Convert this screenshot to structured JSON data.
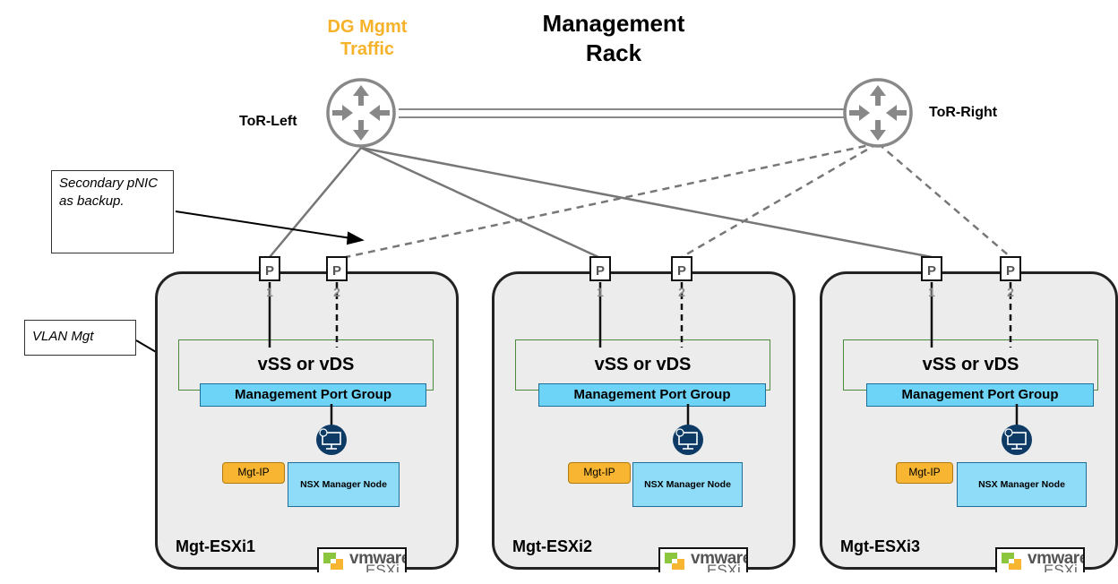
{
  "title": {
    "main": "Management\nRack",
    "traffic": "DG Mgmt\nTraffic"
  },
  "tor": {
    "left": "ToR-Left",
    "right": "ToR-Right"
  },
  "callouts": {
    "secondary": "Secondary pNIC as backup.",
    "vlan": "VLAN Mgt"
  },
  "port_label": "P",
  "port_numbers": [
    "1",
    "2"
  ],
  "hosts": [
    {
      "name": "Mgt-ESXi1",
      "switch": "vSS or vDS",
      "port_group": "Management Port Group",
      "mgt_ip": "Mgt-IP",
      "nsx_node": "NSX Manager Node"
    },
    {
      "name": "Mgt-ESXi2",
      "switch": "vSS or vDS",
      "port_group": "Management Port Group",
      "mgt_ip": "Mgt-IP",
      "nsx_node": "NSX Manager Node"
    },
    {
      "name": "Mgt-ESXi3",
      "switch": "vSS or vDS",
      "port_group": "Management Port Group",
      "mgt_ip": "Mgt-IP",
      "nsx_node": "NSX Manager Node"
    }
  ],
  "logo": {
    "vm": "vmware",
    "product": "ESXi"
  },
  "colors": {
    "accent": "#f5b22a",
    "port_group": "#6dd3f7",
    "nsx_node": "#8fdcf9",
    "mgt_ip": "#f7b531",
    "switch_border": "#4a8a3a"
  }
}
